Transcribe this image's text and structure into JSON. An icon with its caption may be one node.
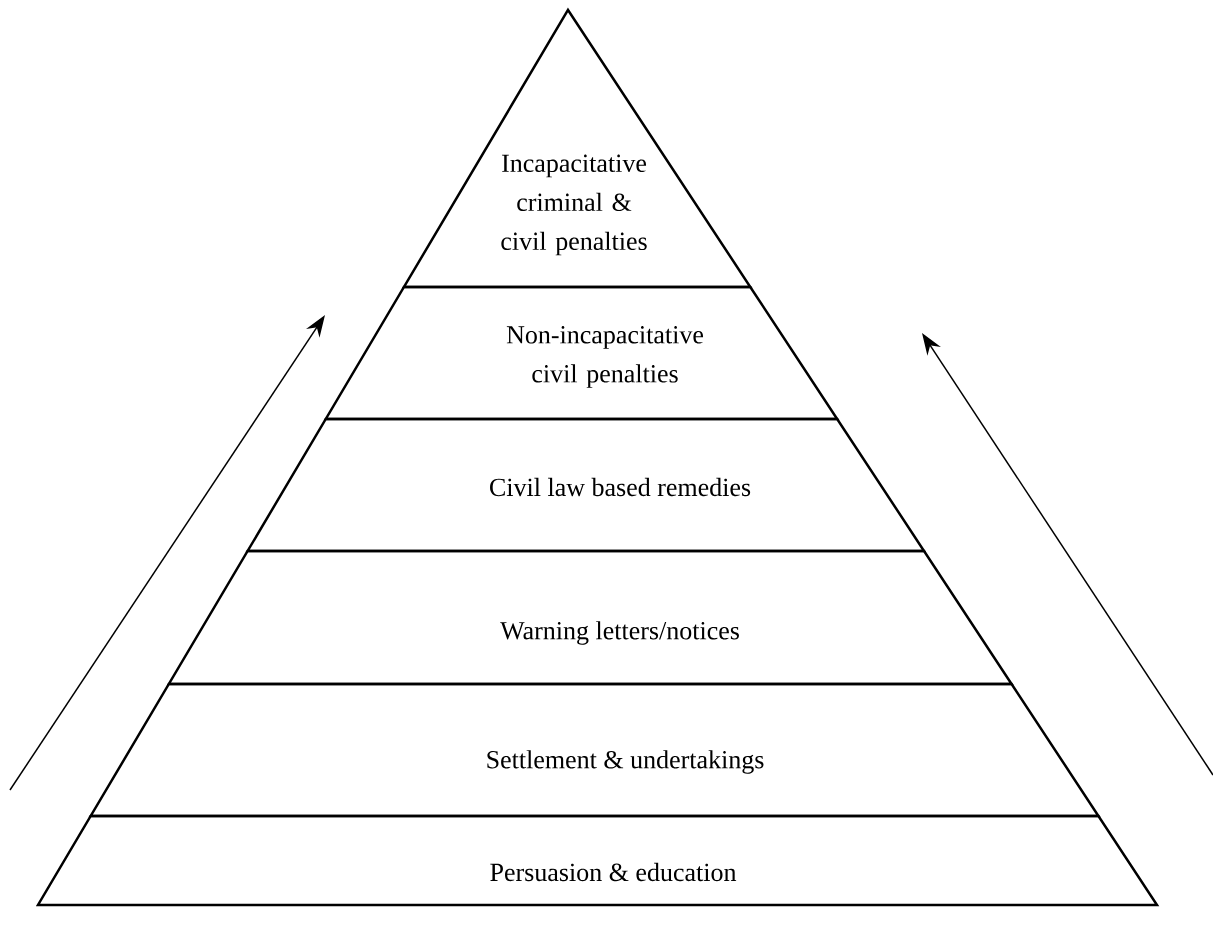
{
  "diagram": {
    "nodes": [
      {
        "text": [
          "Incapacitative criminal & civil penalties"
        ]
      },
      {
        "text": [
          "Non-incapacitative civil penalties"
        ]
      },
      {
        "text": [
          "Civil law based remedies"
        ]
      },
      {
        "text": [
          "Warning letters/notices"
        ]
      },
      {
        "text": [
          "Settlement & undertakings"
        ]
      },
      {
        "text": [
          "Persuasion & education"
        ]
      }
    ]
  }
}
